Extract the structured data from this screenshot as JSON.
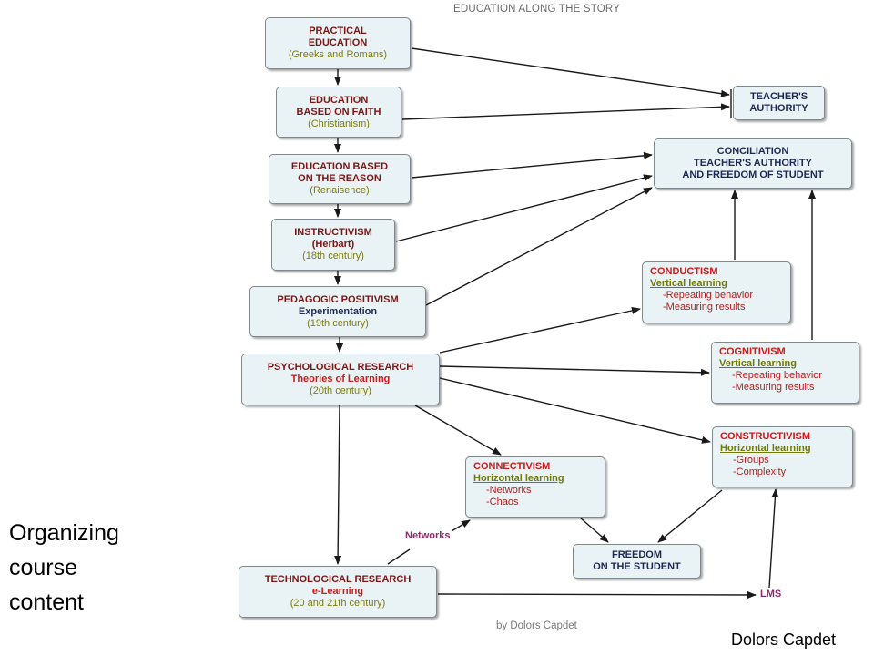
{
  "slide": {
    "side_caption": [
      "Organizing",
      "course",
      "content"
    ],
    "author": "Dolors Capdet"
  },
  "map": {
    "title": "EDUCATION ALONG THE STORY",
    "credit": "by Dolors Capdet",
    "nodes": {
      "practical": {
        "l1": "PRACTICAL",
        "l2": "EDUCATION",
        "l3": "(Greeks and Romans)"
      },
      "faith": {
        "l1": "EDUCATION",
        "l2": "BASED ON FAITH",
        "l3": "(Christianism)"
      },
      "reason": {
        "l1": "EDUCATION BASED",
        "l2": "ON THE REASON",
        "l3": "(Renaisence)"
      },
      "instructivism": {
        "l1": "INSTRUCTIVISM",
        "l2": "(Herbart)",
        "l3": "(18th century)"
      },
      "positivism": {
        "l1": "PEDAGOGIC POSITIVISM",
        "l2": "Experimentation",
        "l3": "(19th century)"
      },
      "psychological": {
        "l1": "PSYCHOLOGICAL RESEARCH",
        "l2": "Theories of Learning",
        "l3": "(20th century)"
      },
      "technological": {
        "l1": "TECHNOLOGICAL RESEARCH",
        "l2": "e-Learning",
        "l3": "(20 and 21th century)"
      },
      "authority": {
        "l1": "TEACHER'S",
        "l2": "AUTHORITY"
      },
      "conciliation": {
        "l1": "CONCILIATION",
        "l2": "TEACHER'S AUTHORITY",
        "l3": "AND FREEDOM OF STUDENT"
      },
      "conductism": {
        "l1": "CONDUCTISM",
        "l2": "Vertical learning",
        "b1": "-Repeating behavior",
        "b2": "-Measuring results"
      },
      "cognitivism": {
        "l1": "COGNITIVISM",
        "l2": "Vertical learning",
        "b1": "-Repeating behavior",
        "b2": "-Measuring results"
      },
      "constructivism": {
        "l1": "CONSTRUCTIVISM",
        "l2": "Horizontal learning",
        "b1": "-Groups",
        "b2": "-Complexity"
      },
      "connectivism": {
        "l1": "CONNECTIVISM",
        "l2": "Horizontal learning",
        "b1": "-Networks",
        "b2": "-Chaos"
      },
      "freedom": {
        "l1": "FREEDOM",
        "l2": "ON THE STUDENT"
      }
    },
    "link_labels": {
      "networks": "Networks",
      "lms": "LMS"
    }
  },
  "colors": {
    "node_fill": "#e9f2f4",
    "node_border": "#7e8a90",
    "era_title": "#7b1717",
    "theory_title": "#cc1b1b",
    "era_subtitle": "#7d7d10",
    "outcome_title": "#1d2a55",
    "learning_type": "#6f7a08",
    "bullet": "#b22020",
    "link_label": "#8a2c6a",
    "arrow": "#1a1a1a"
  }
}
